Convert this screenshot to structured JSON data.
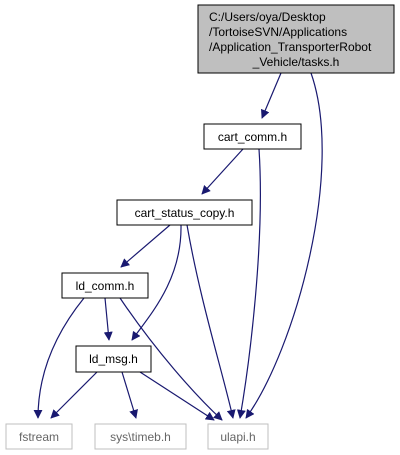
{
  "graph": {
    "colors": {
      "root_fill": "#bfbfbf",
      "node_fill": "#ffffff",
      "node_border": "#000000",
      "system_border": "#bfbfbf",
      "edge": "#191970"
    },
    "nodes": {
      "tasks_h": {
        "lines": [
          "C:/Users/oya/Desktop",
          "/TortoiseSVN/Applications",
          "/Application_TransporterRobot",
          "_Vehicle/tasks.h"
        ]
      },
      "cart_comm_h": {
        "label": "cart_comm.h"
      },
      "cart_status_copy_h": {
        "label": "cart_status_copy.h"
      },
      "ld_comm_h": {
        "label": "ld_comm.h"
      },
      "ld_msg_h": {
        "label": "ld_msg.h"
      },
      "fstream": {
        "label": "fstream"
      },
      "sys_timeb_h": {
        "label": "sys\\timeb.h"
      },
      "ulapi_h": {
        "label": "ulapi.h"
      }
    },
    "edges": [
      {
        "from": "tasks_h",
        "to": "cart_comm_h"
      },
      {
        "from": "tasks_h",
        "to": "ulapi_h"
      },
      {
        "from": "cart_comm_h",
        "to": "cart_status_copy_h"
      },
      {
        "from": "cart_comm_h",
        "to": "ulapi_h"
      },
      {
        "from": "cart_status_copy_h",
        "to": "ld_comm_h"
      },
      {
        "from": "cart_status_copy_h",
        "to": "ld_msg_h"
      },
      {
        "from": "cart_status_copy_h",
        "to": "ulapi_h"
      },
      {
        "from": "ld_comm_h",
        "to": "fstream"
      },
      {
        "from": "ld_comm_h",
        "to": "ld_msg_h"
      },
      {
        "from": "ld_comm_h",
        "to": "ulapi_h"
      },
      {
        "from": "ld_msg_h",
        "to": "fstream"
      },
      {
        "from": "ld_msg_h",
        "to": "sys_timeb_h"
      },
      {
        "from": "ld_msg_h",
        "to": "ulapi_h"
      }
    ]
  }
}
